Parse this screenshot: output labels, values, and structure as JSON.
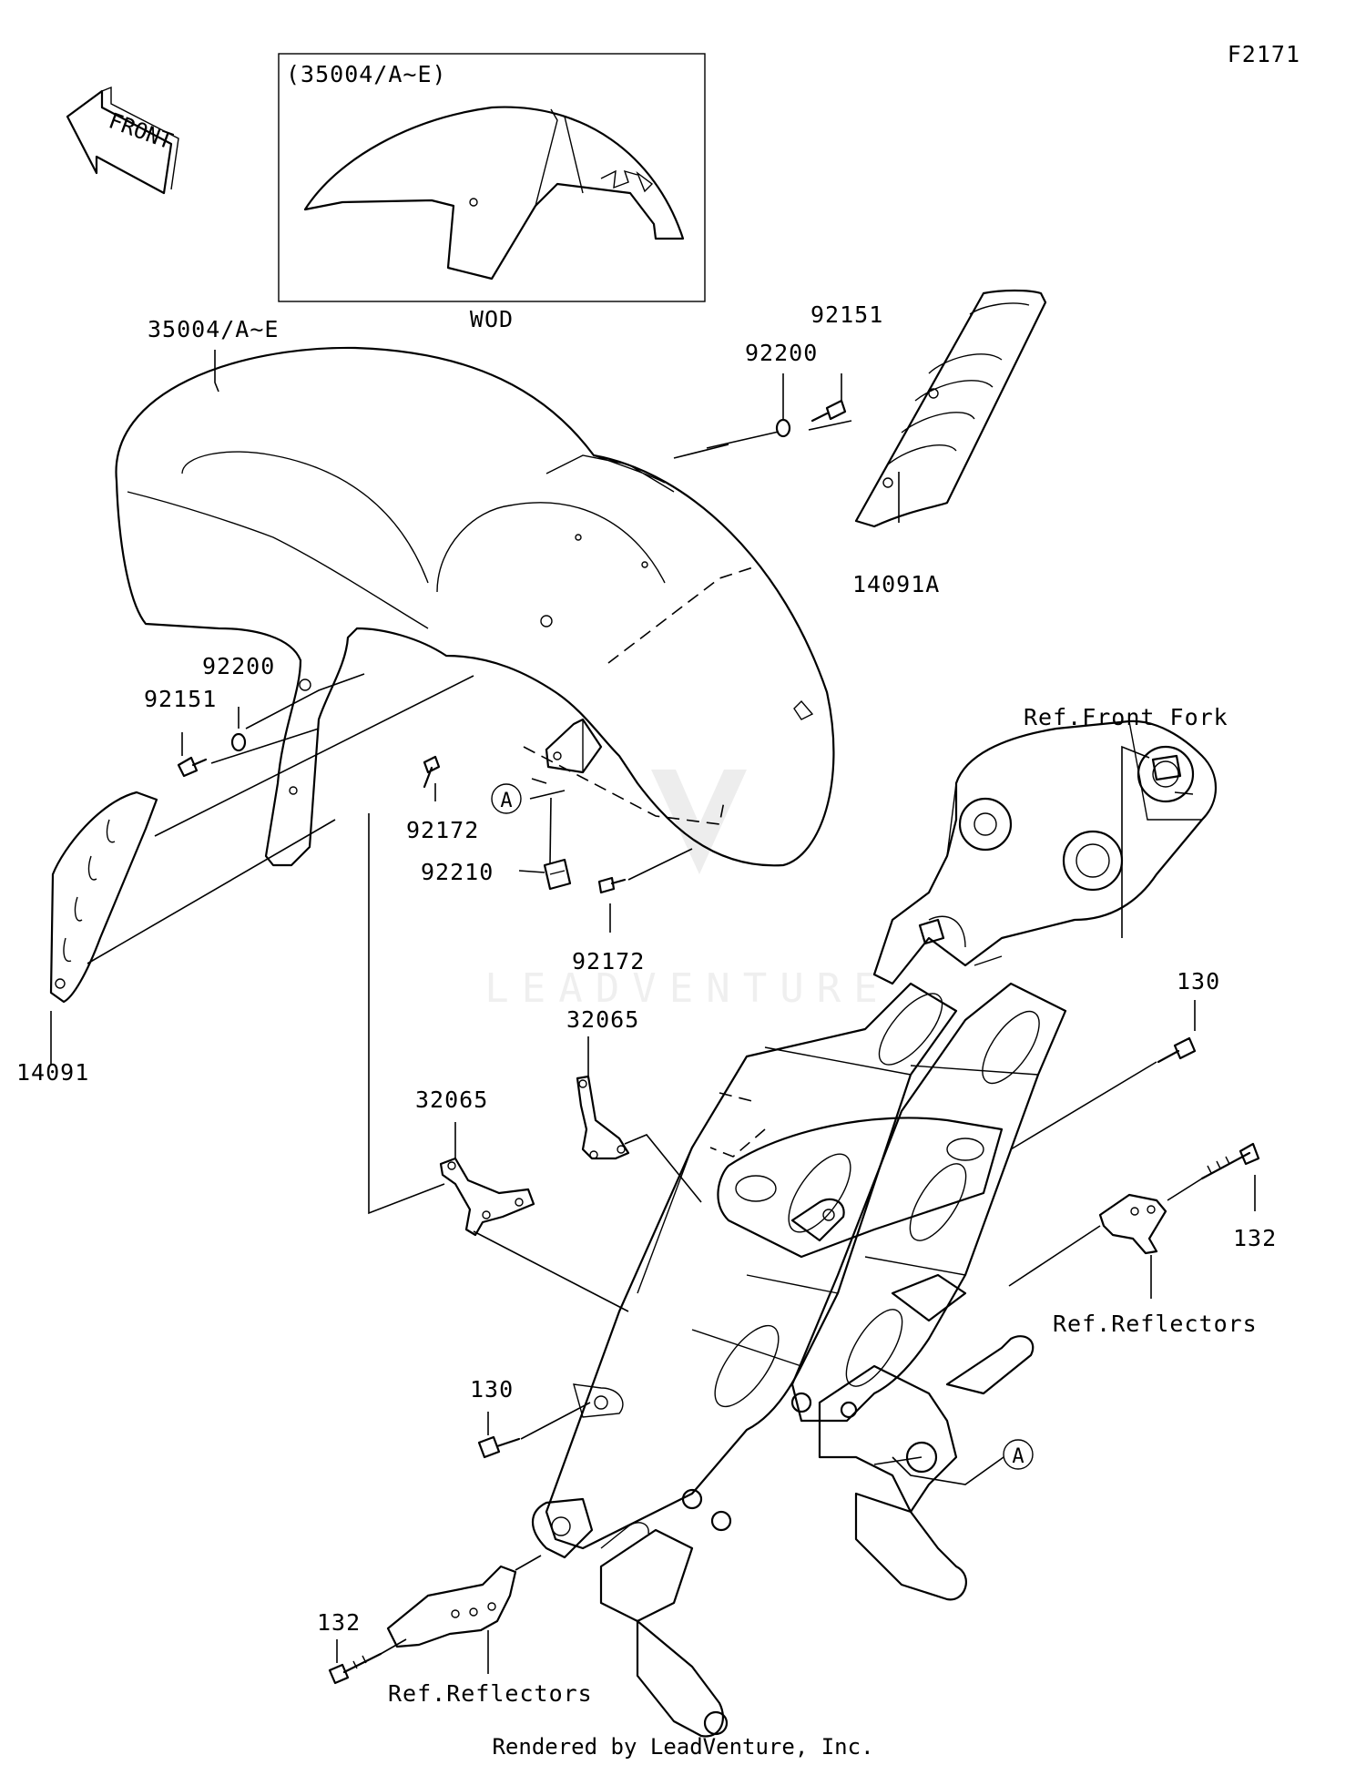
{
  "figure_code": "F2171",
  "front_arrow_text": "FRONT",
  "inset": {
    "title": "(35004/A~E)",
    "caption": "WOD"
  },
  "labels": {
    "fender": "35004/A~E",
    "cover_right": "14091A",
    "cover_left": "14091",
    "bolt_92151_right": "92151",
    "washer_92200_right": "92200",
    "bolt_92151_left": "92151",
    "washer_92200_left": "92200",
    "screw_92172_upper": "92172",
    "screw_92172_lower": "92172",
    "nut_92210": "92210",
    "bracket_32065_upper": "32065",
    "bracket_32065_lower": "32065",
    "bolt_130_right": "130",
    "bolt_130_left": "130",
    "bolt_132_right": "132",
    "bolt_132_left": "132",
    "ref_front_fork": "Ref.Front Fork",
    "ref_reflectors_right": "Ref.Reflectors",
    "ref_reflectors_left": "Ref.Reflectors"
  },
  "callouts": {
    "a_top": "A",
    "a_bottom": "A"
  },
  "watermark": "LEADVENTURE",
  "footer": "Rendered by LeadVenture, Inc."
}
